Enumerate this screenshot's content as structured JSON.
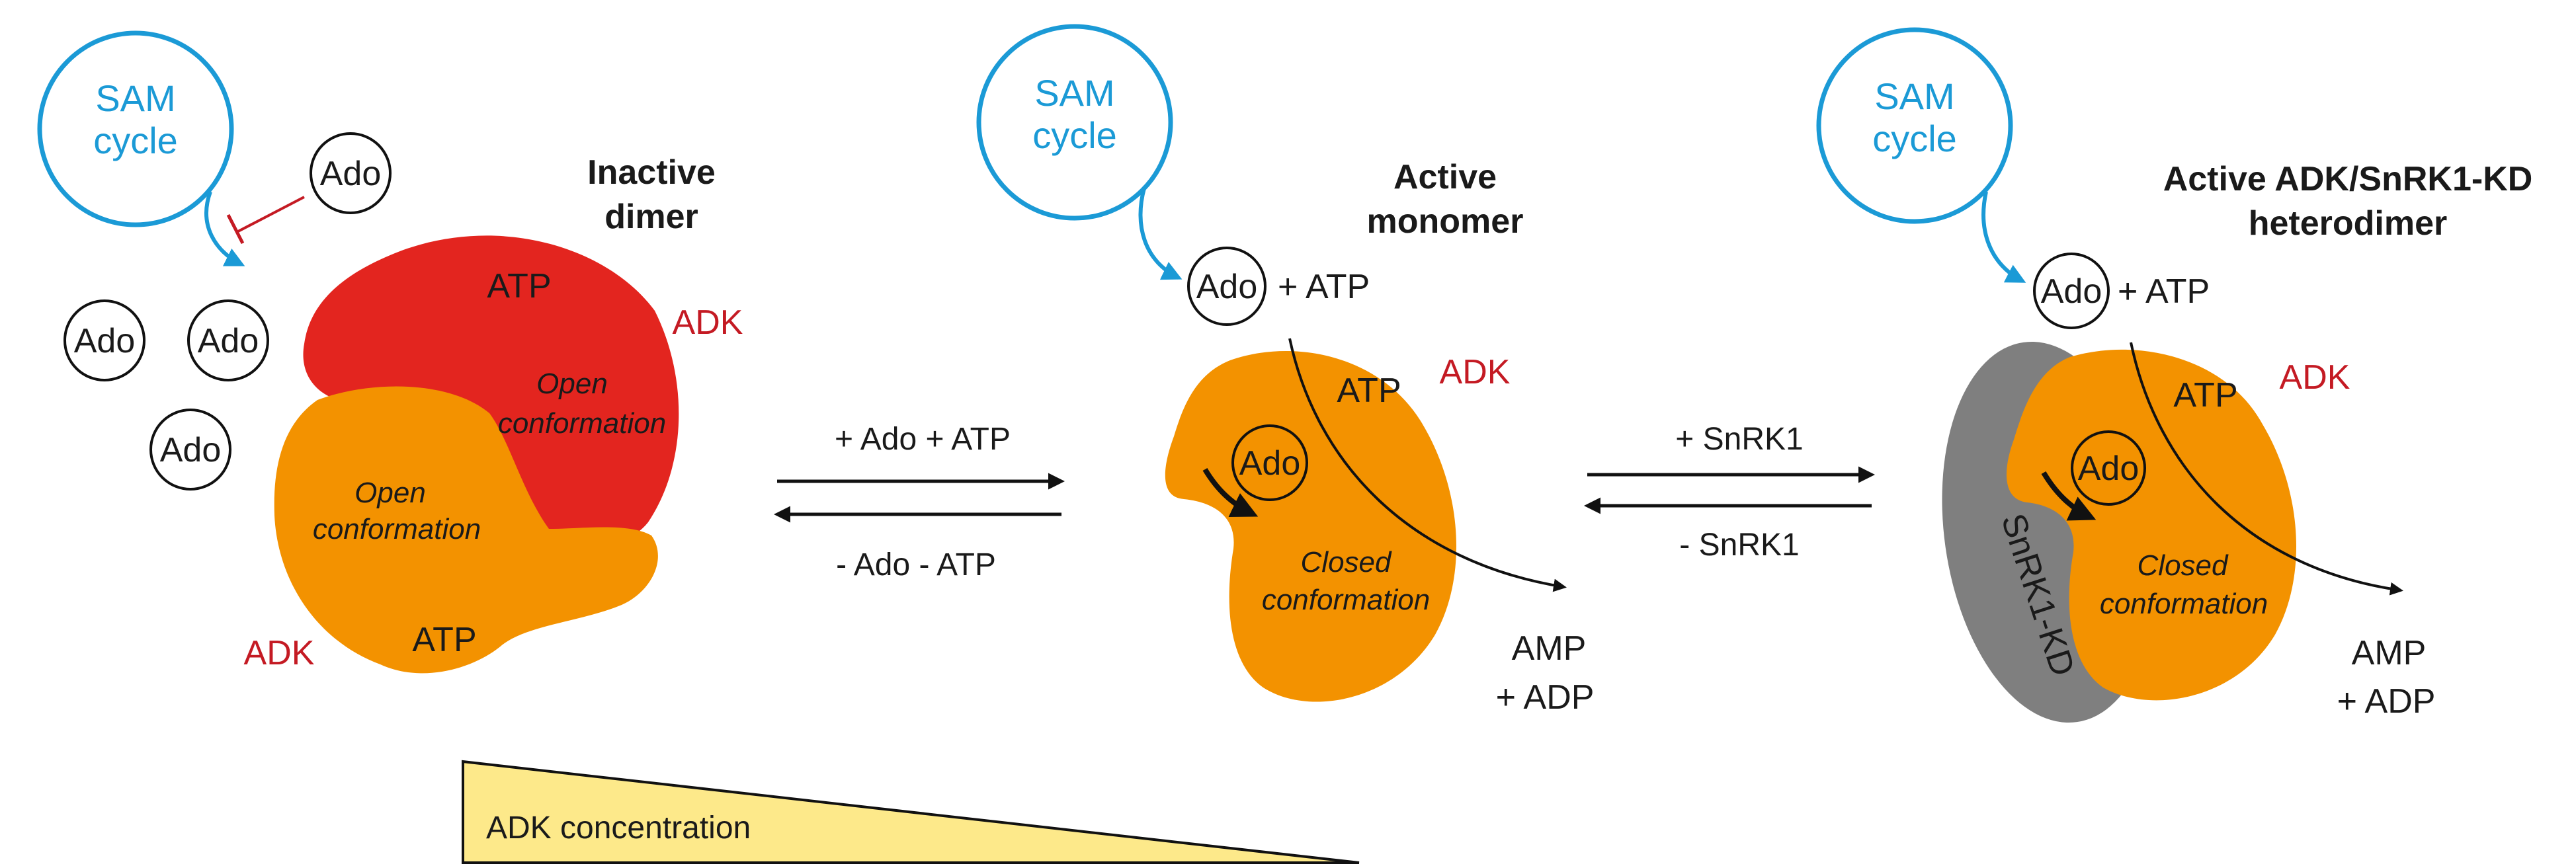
{
  "colors": {
    "sam_cycle": "#1b9ad6",
    "adk_red": "#e3251f",
    "adk_orange": "#f39200",
    "snrk1": "#7f7f7f",
    "inhibition": "#c41a23",
    "gradient": "#fde98a"
  },
  "sam_cycle": {
    "line1": "SAM",
    "line2": "cycle"
  },
  "panel_dimer": {
    "title_line1": "Inactive",
    "title_line2": "dimer",
    "ado": "Ado",
    "adk": "ADK",
    "atp": "ATP",
    "conf_line1": "Open",
    "conf_line2": "conformation"
  },
  "panel_monomer": {
    "title_line1": "Active",
    "title_line2": "monomer",
    "ado": "Ado",
    "plus_atp": "+ ATP",
    "adk": "ADK",
    "atp": "ATP",
    "conf_line1": "Closed",
    "conf_line2": "conformation",
    "product_line1": "AMP",
    "product_line2": "+ ADP"
  },
  "panel_heterodimer": {
    "title_line1": "Active ADK/SnRK1-KD",
    "title_line2": "heterodimer",
    "ado": "Ado",
    "plus_atp": "+ ATP",
    "adk": "ADK",
    "atp": "ATP",
    "snrk1_kd": "SnRK1-KD",
    "conf_line1": "Closed",
    "conf_line2": "conformation",
    "product_line1": "AMP",
    "product_line2": "+ ADP"
  },
  "equilibrium_1": {
    "forward": "+ Ado + ATP",
    "reverse": "- Ado - ATP"
  },
  "equilibrium_2": {
    "forward": "+ SnRK1",
    "reverse": "- SnRK1"
  },
  "gradient": {
    "label": "ADK concentration"
  }
}
